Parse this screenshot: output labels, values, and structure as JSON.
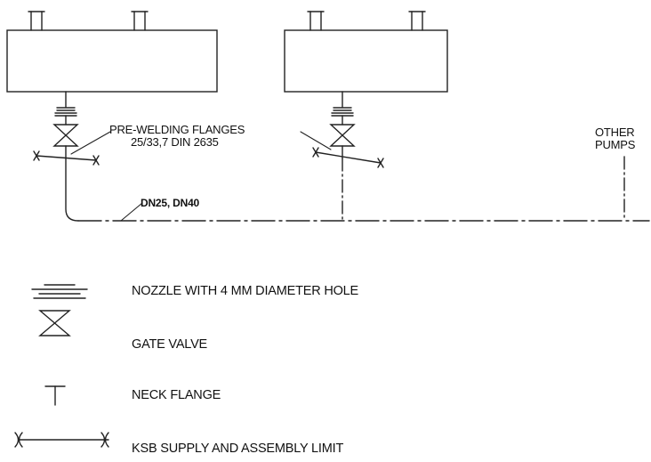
{
  "labels": {
    "pre_welding_flanges_line1": "PRE-WELDING FLANGES",
    "pre_welding_flanges_line2": "25/33,7  DIN 2635",
    "pipe_size": "DN25, DN40",
    "other_pumps_line1": "OTHER",
    "other_pumps_line2": "PUMPS"
  },
  "legend": {
    "nozzle": "NOZZLE WITH 4 MM DIAMETER HOLE",
    "gate_valve": "GATE VALVE",
    "neck_flange": "NECK FLANGE",
    "supply_limit": "KSB SUPPLY AND ASSEMBLY LIMIT"
  }
}
